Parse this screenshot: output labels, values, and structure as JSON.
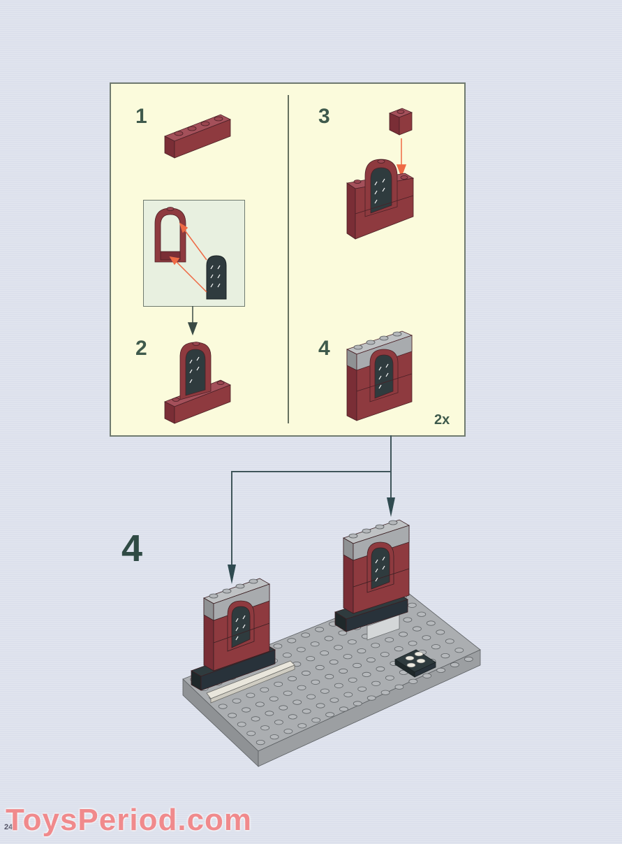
{
  "page": {
    "number": "24",
    "watermark": "ToysPeriod.com",
    "colors": {
      "background": "#dce0ec",
      "panel": "#fbfbdc",
      "inset": "#e8f0e0",
      "step_text": "#3f5a4c",
      "brick_red": "#8e3a3f",
      "light_gray": "#a8abae",
      "dark_gray": "#2f3b3e",
      "arrow_orange": "#ee6a45",
      "watermark": "#f08a8c"
    }
  },
  "sub_panel": {
    "steps": [
      {
        "label": "1",
        "parts": [
          "1x4 dark red brick"
        ]
      },
      {
        "label": "2",
        "parts": [
          "window frame",
          "window pane lattice",
          "1x4 dark red brick"
        ]
      },
      {
        "label": "3",
        "parts": [
          "1x1 dark red brick"
        ]
      },
      {
        "label": "4",
        "parts": [
          "1x4 light gray brick"
        ],
        "multiplier": "2x"
      }
    ]
  },
  "main_step": {
    "label": "4",
    "description": "Attach two window wall assemblies to gray baseplate"
  }
}
